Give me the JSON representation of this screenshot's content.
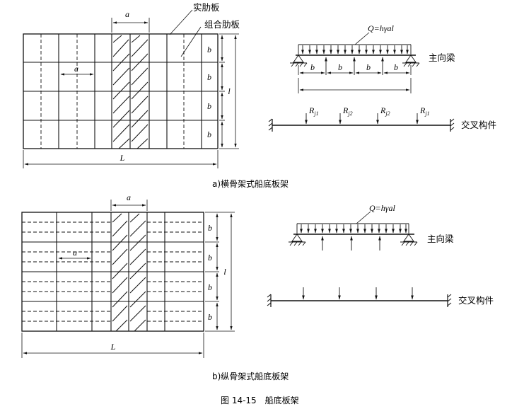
{
  "top": {
    "label_plate": "实肋板",
    "label_composite": "组合肋板",
    "dim_a_top": "a",
    "dim_a_inner": "a",
    "dim_b": [
      "b",
      "b",
      "b",
      "b"
    ],
    "dim_l": "l",
    "dim_L": "L",
    "load": "Q=hγal",
    "main_beam": "主向梁",
    "spacing_b": [
      "b",
      "b",
      "b",
      "b"
    ],
    "reactions": [
      "R",
      "R",
      "R",
      "R"
    ],
    "reaction_subs": [
      "j1",
      "j2",
      "j2",
      "j1"
    ],
    "cross_member": "交叉构件",
    "caption": "a)横骨架式船底板架"
  },
  "bottom": {
    "dim_a_top": "a",
    "dim_a_inner": "a",
    "dim_b": [
      "b",
      "b",
      "b",
      "b"
    ],
    "dim_l": "l",
    "dim_L": "L",
    "load": "Q=hγal",
    "main_beam": "主向梁",
    "cross_member": "交叉构件",
    "caption": "b)纵骨架式船底板架"
  },
  "figure_caption": "图 14-15　船底板架"
}
